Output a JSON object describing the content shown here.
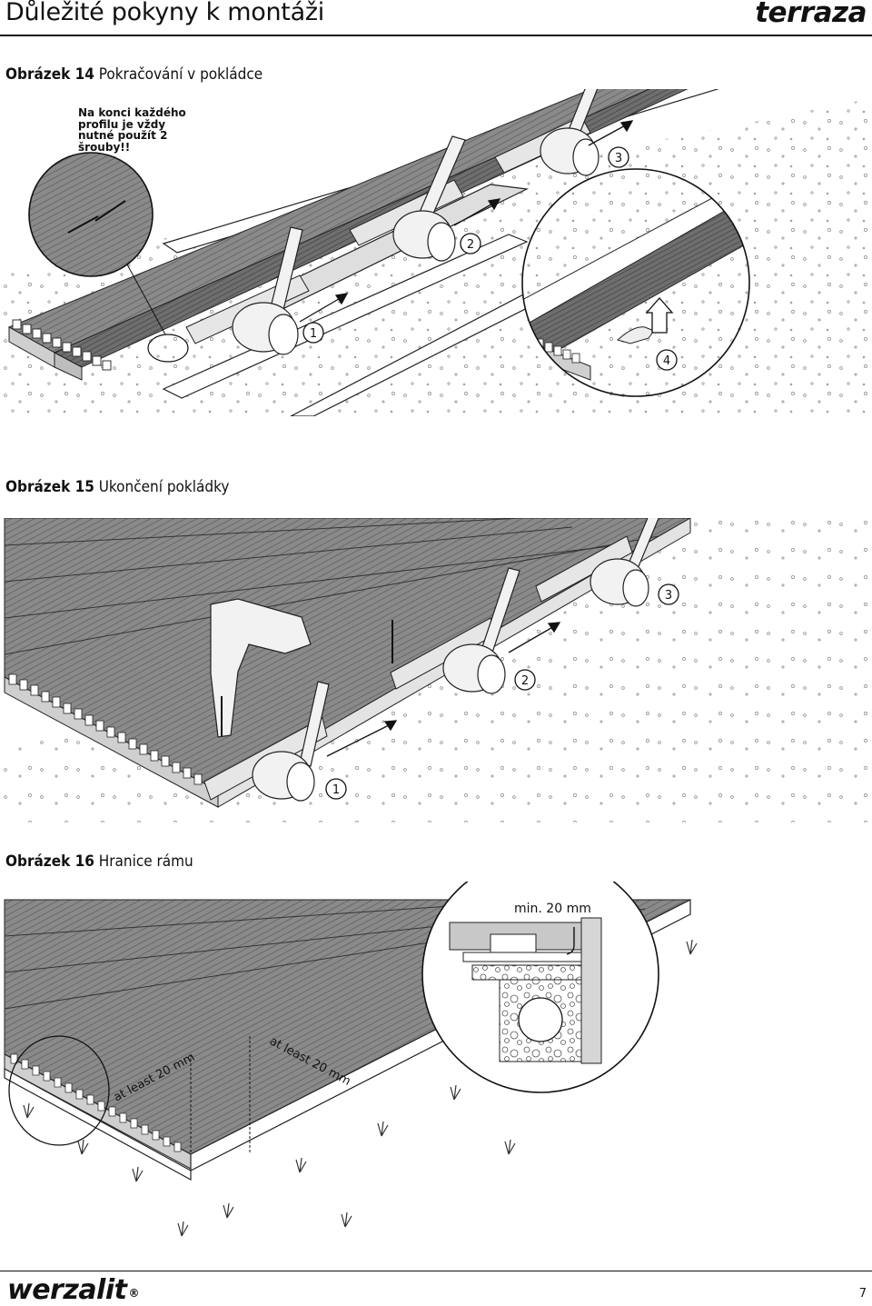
{
  "header": {
    "title": "Důležité pokyny k montáži",
    "brand": "terraza"
  },
  "figures": [
    {
      "label": "Obrázek 14",
      "caption": "Pokračování v pokládce",
      "note": "Na konci každého profilu je vždy nutné použít 2 šrouby!!",
      "steps": [
        "1",
        "2",
        "3",
        "4"
      ]
    },
    {
      "label": "Obrázek 15",
      "caption": "Ukončení pokládky",
      "steps": [
        "1",
        "2",
        "3"
      ]
    },
    {
      "label": "Obrázek 16",
      "caption": "Hranice rámu",
      "annotations": {
        "min_gap": "min. 20 mm",
        "left_gap": "at least 20 mm",
        "right_gap": "at least 20 mm"
      }
    }
  ],
  "footer": {
    "brand": "werzalit",
    "registered": "®",
    "page_number": "7"
  }
}
